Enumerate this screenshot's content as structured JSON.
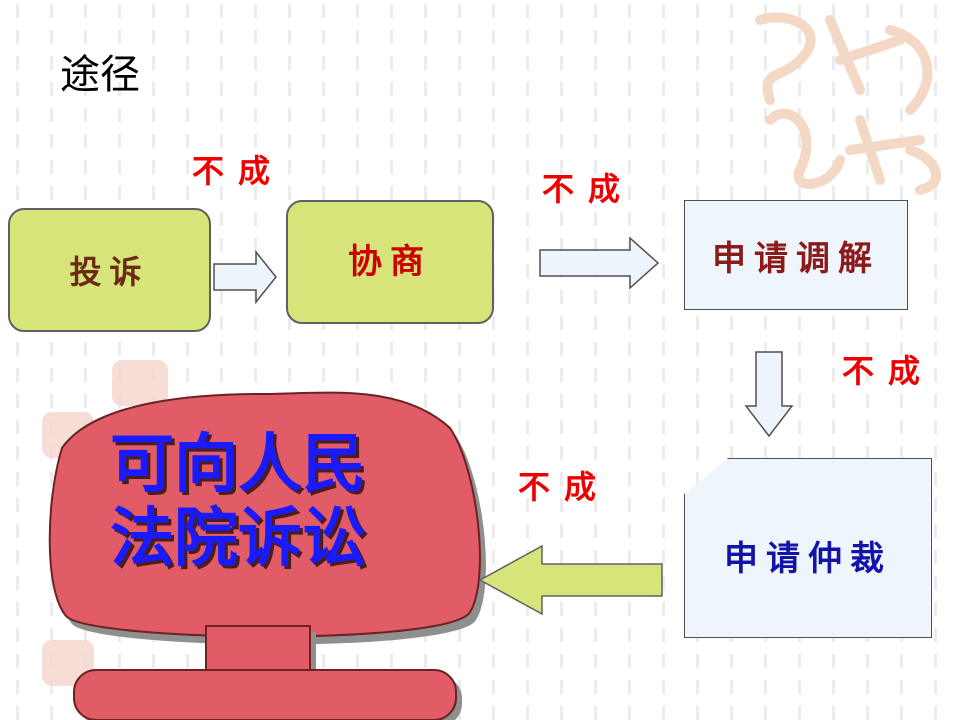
{
  "title": "途径",
  "boxes": {
    "complaint": "投诉",
    "negotiate": "协商",
    "mediation": "申请调解",
    "arbitration": "申请仲裁"
  },
  "fail_labels": [
    "不成",
    "不成",
    "不成",
    "不成"
  ],
  "lawsuit": {
    "line1": "可向人民",
    "line2": "法院诉讼"
  },
  "colors": {
    "green_box": "#d7e47a",
    "blue_box": "#eef5fb",
    "fail_text": "#ee0000",
    "lawsuit_text": "#1a1aff",
    "monitor_fill": "#e15c66"
  }
}
